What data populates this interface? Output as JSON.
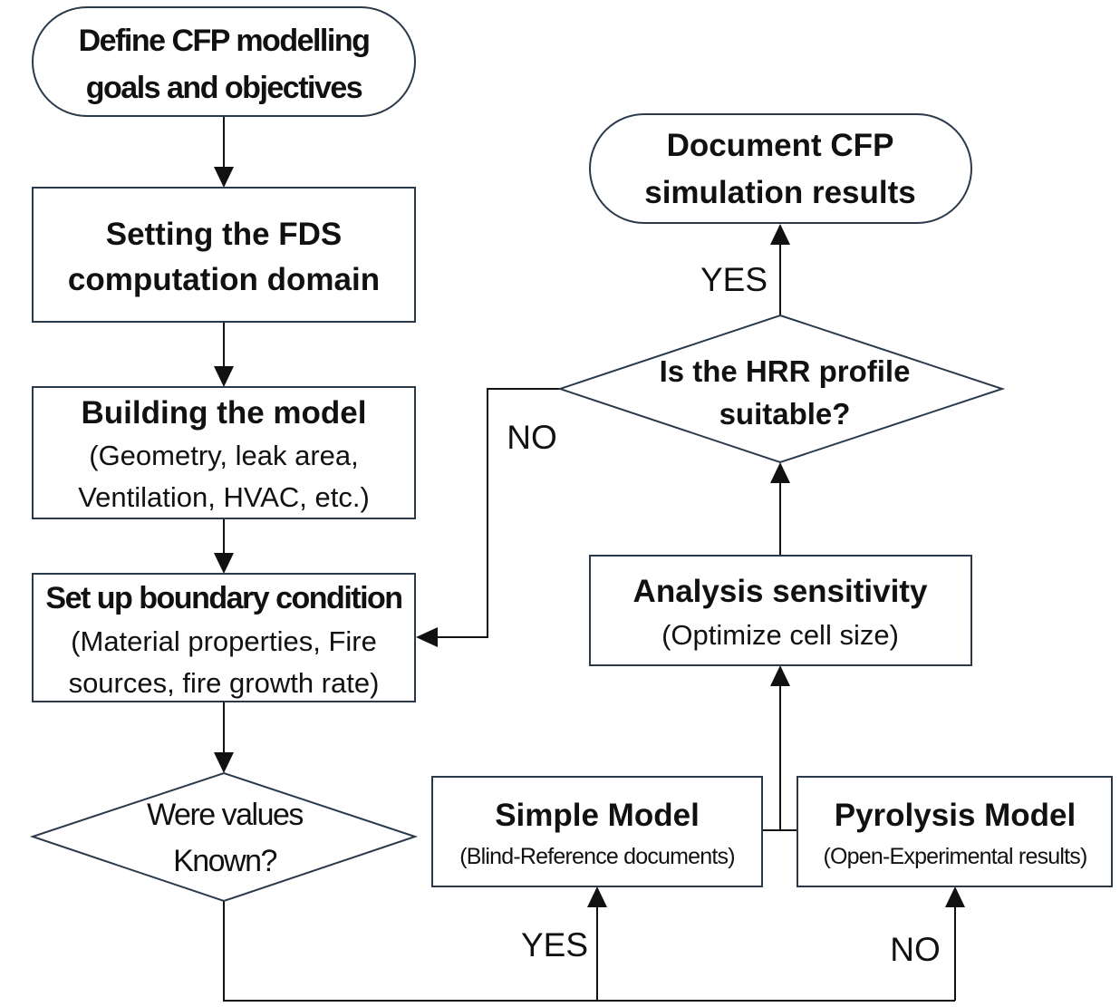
{
  "nodes": {
    "start": {
      "lines": [
        "Define  CFP modelling",
        "goals and objectives"
      ]
    },
    "domain": {
      "lines": [
        "Setting the FDS",
        "computation domain"
      ]
    },
    "model": {
      "title": "Building the model",
      "lines": [
        "(Geometry, leak area,",
        "Ventilation, HVAC, etc.)"
      ]
    },
    "boundary": {
      "title": "Set up boundary condition",
      "lines": [
        "(Material properties, Fire",
        "sources, fire growth rate)"
      ]
    },
    "known": {
      "lines": [
        "Were values",
        "Known?"
      ]
    },
    "simple": {
      "title": "Simple Model",
      "subtitle": "(Blind-Reference documents)"
    },
    "pyrolysis": {
      "title": "Pyrolysis Model",
      "subtitle": "(Open-Experimental results)"
    },
    "sensitivity": {
      "title": "Analysis sensitivity",
      "subtitle": "(Optimize cell size)"
    },
    "hrr": {
      "lines": [
        "Is the HRR profile",
        "suitable?"
      ]
    },
    "end": {
      "lines": [
        "Document CFP",
        "simulation results"
      ]
    }
  },
  "edge_labels": {
    "known_yes": "YES",
    "known_no": "NO",
    "hrr_yes": "YES",
    "hrr_no": "NO"
  }
}
